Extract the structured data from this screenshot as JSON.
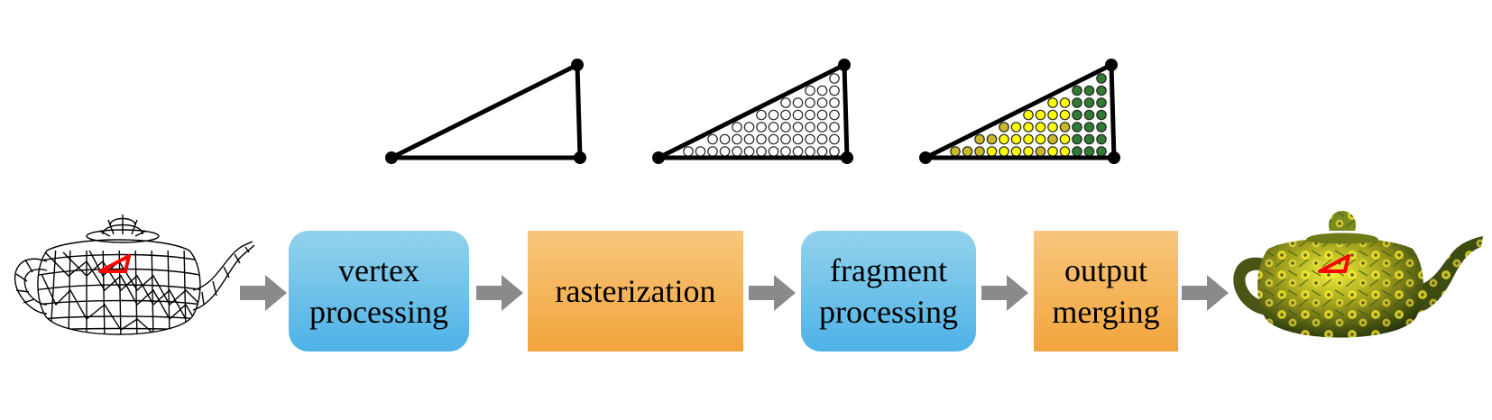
{
  "pipeline": {
    "stages": [
      {
        "line1": "vertex",
        "line2": "processing"
      },
      {
        "line1": "rasterization",
        "line2": ""
      },
      {
        "line1": "fragment",
        "line2": "processing"
      },
      {
        "line1": "output",
        "line2": "merging"
      }
    ]
  },
  "colors": {
    "blue_top": "#93d2ec",
    "blue_bottom": "#4eb2e7",
    "orange_top": "#f7c77c",
    "orange_bottom": "#f2a43c",
    "arrow": "#8a8a8a",
    "triangle_highlight": "#ff0000",
    "fragment_yellow": "#ffff00",
    "fragment_olive": "#c9b82a",
    "fragment_green": "#2e7d32"
  },
  "icons": {
    "input_model": "wireframe-teapot-icon",
    "output_model": "textured-teapot-icon",
    "step1": "triangle-vertices-icon",
    "step2": "rasterized-triangle-icon",
    "step3": "shaded-fragments-icon"
  }
}
